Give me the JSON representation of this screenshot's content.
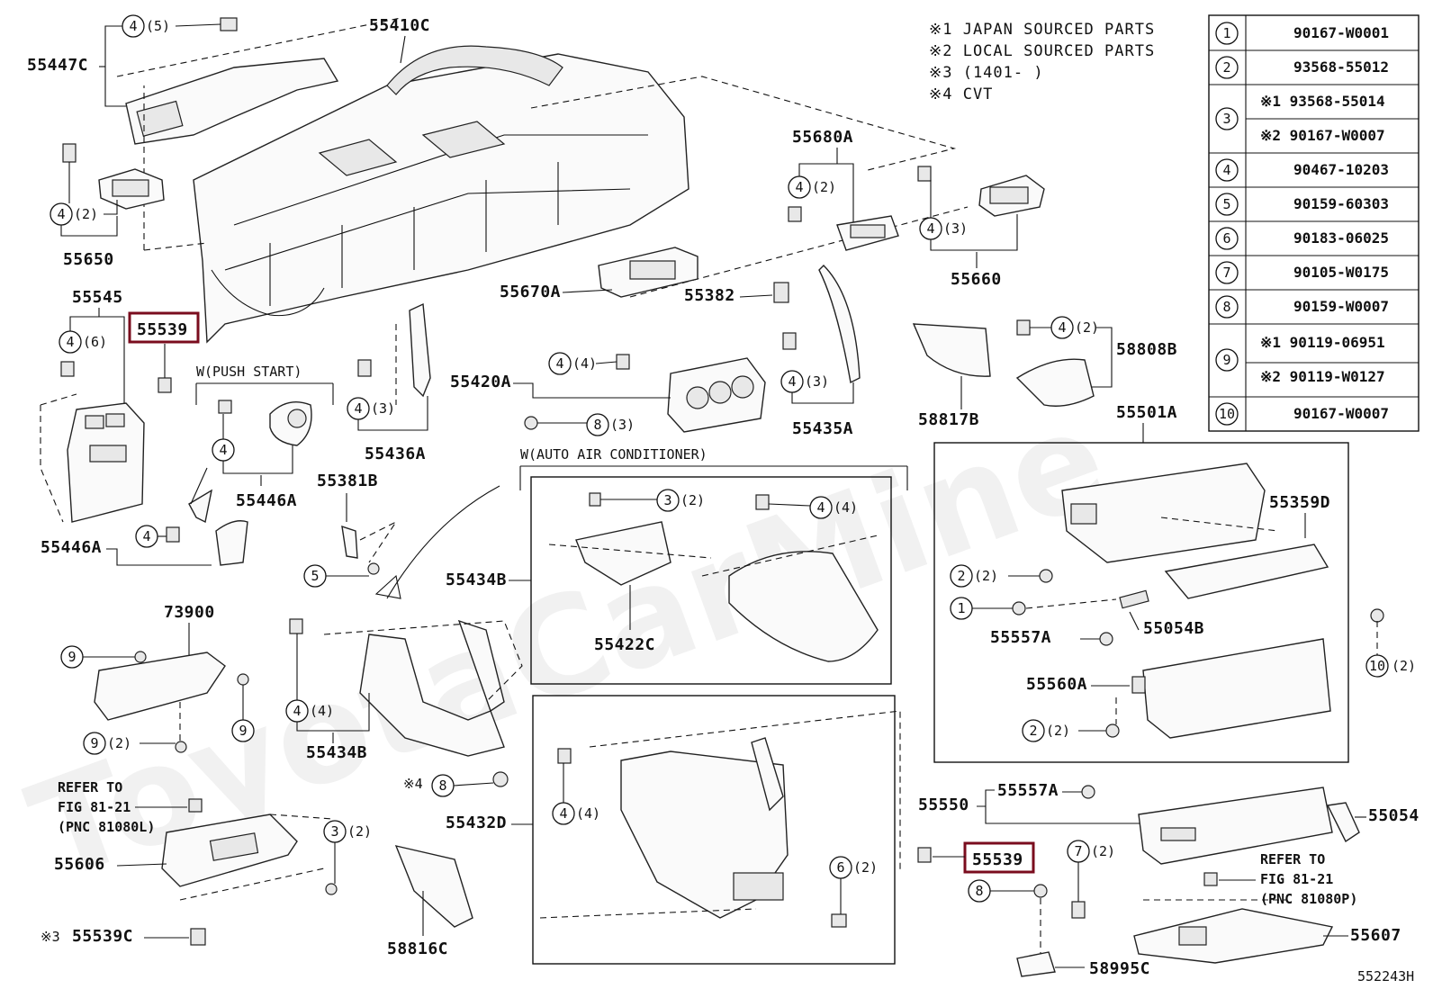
{
  "notes": [
    "※1 JAPAN SOURCED PARTS",
    "※2 LOCAL SOURCED PARTS",
    "※3 (1401-     )",
    "※4 CVT"
  ],
  "parts_table": [
    {
      "num": "1",
      "codes": [
        "90167-W0001"
      ]
    },
    {
      "num": "2",
      "codes": [
        "93568-55012"
      ]
    },
    {
      "num": "3",
      "codes": [
        "※1  93568-55014",
        "※2  90167-W0007"
      ]
    },
    {
      "num": "4",
      "codes": [
        "90467-10203"
      ]
    },
    {
      "num": "5",
      "codes": [
        "90159-60303"
      ]
    },
    {
      "num": "6",
      "codes": [
        "90183-06025"
      ]
    },
    {
      "num": "7",
      "codes": [
        "90105-W0175"
      ]
    },
    {
      "num": "8",
      "codes": [
        "90159-W0007"
      ]
    },
    {
      "num": "9",
      "codes": [
        "※1  90119-06951",
        "※2  90119-W0127"
      ]
    },
    {
      "num": "10",
      "codes": [
        "90167-W0007"
      ]
    }
  ],
  "labels": {
    "p55447C": "55447C",
    "p55410C": "55410C",
    "p55650": "55650",
    "p55545": "55545",
    "p55539_hl1": "55539",
    "p55680A": "55680A",
    "p55660": "55660",
    "p55670A": "55670A",
    "p55382": "55382",
    "p58808B": "58808B",
    "p58817B": "58817B",
    "p55435A": "55435A",
    "p55420A": "55420A",
    "p55436A": "55436A",
    "p55446A_1": "55446A",
    "p55446A_2": "55446A",
    "p55381B": "55381B",
    "p55501A": "55501A",
    "p55359D": "55359D",
    "p55054B": "55054B",
    "p55557A_1": "55557A",
    "p55560A": "55560A",
    "p73900": "73900",
    "p55434B_1": "55434B",
    "p55434B_2": "55434B",
    "p55422C": "55422C",
    "p55432D": "55432D",
    "p55550": "55550",
    "p55557A_2": "55557A",
    "p55054": "55054",
    "p55539_hl2": "55539",
    "p55606": "55606",
    "p58816C": "58816C",
    "p55539C": "55539C",
    "p58995C": "58995C",
    "p55607": "55607",
    "w_push_start": "W(PUSH START)",
    "w_auto_air": "W(AUTO AIR CONDITIONER)",
    "refer1_a": "REFER TO",
    "refer1_b": "FIG 81-21",
    "refer1_c": "(PNC 81080L)",
    "refer2_a": "REFER TO",
    "refer2_b": "FIG 81-21",
    "refer2_c": "(PNC 81080P)",
    "star3": "※3",
    "star4": "※4",
    "diagram_id": "552243H",
    "watermark": "ToyotaCarMine"
  },
  "callouts": {
    "c4_5": "(5)",
    "c4_2a": "(2)",
    "c4_6": "(6)",
    "c4_2b": "(2)",
    "c4_3a": "(3)",
    "c4_2c": "(2)",
    "c4_4a": "(4)",
    "c8_3": "(3)",
    "c4_3b": "(3)",
    "c4_3c": "(3)",
    "c3_2a": "(2)",
    "c4_4b": "(4)",
    "c2_2a": "(2)",
    "c10_2": "(2)",
    "c2_2b": "(2)",
    "c9_2": "(2)",
    "c4_4c": "(4)",
    "c4_4d": "(4)",
    "c3_2b": "(2)",
    "c6_2": "(2)",
    "c7_2": "(2)"
  },
  "colors": {
    "highlight": "#7a0c1e",
    "ink": "#111111"
  }
}
